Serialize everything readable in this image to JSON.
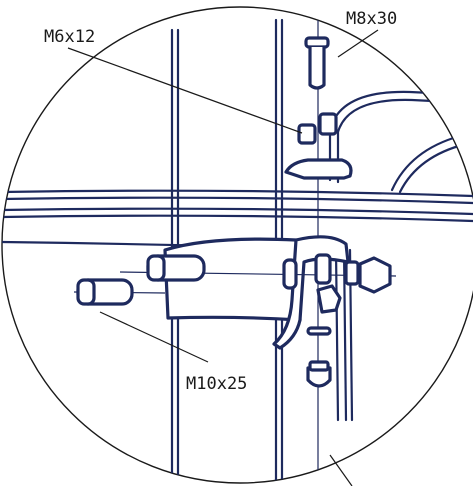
{
  "callouts": {
    "m8x30": "M8x30",
    "m6x12": "M6x12",
    "m10x25": "M10x25"
  },
  "colors": {
    "line_art": "#1e2a5e",
    "outline": "#1a1a1a",
    "background": "#ffffff"
  }
}
